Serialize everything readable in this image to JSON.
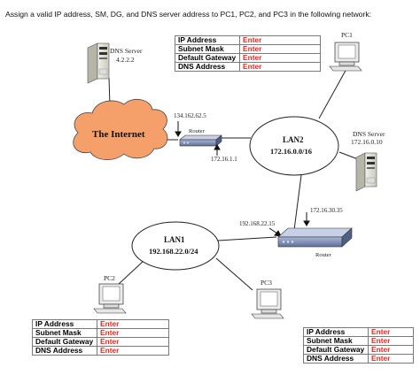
{
  "question": "Assign a valid IP address, SM, DG, and DNS server address to PC1, PC2, and PC3 in the following network:",
  "diagram": {
    "internet_label": "The Internet",
    "dns_server_1": {
      "title": "DNS Server",
      "ip": "4.2.2.2"
    },
    "dns_server_2": {
      "title": "DNS Server",
      "ip": "172.16.0.10"
    },
    "router_1": {
      "label": "Router",
      "wan_ip": "134.162.62.5",
      "lan_ip": "172.16.1.1"
    },
    "router_2": {
      "label": "Router",
      "lan2_ip": "172.16.30.35",
      "lan1_ip": "192.168.22.15"
    },
    "lan2": {
      "name": "LAN2",
      "network": "172.16.0.0/16"
    },
    "lan1": {
      "name": "LAN1",
      "network": "192.168.22.0/24"
    },
    "pc1_label": "PC1",
    "pc2_label": "PC2",
    "pc3_label": "PC3"
  },
  "tables": {
    "pc1": [
      {
        "label": "IP Address",
        "value": "Enter"
      },
      {
        "label": "Subnet Mask",
        "value": "Enter"
      },
      {
        "label": "Default Gateway",
        "value": "Enter"
      },
      {
        "label": "DNS Address",
        "value": "Enter"
      }
    ],
    "pc2": [
      {
        "label": "IP Address",
        "value": "Enter"
      },
      {
        "label": "Subnet Mask",
        "value": "Enter"
      },
      {
        "label": "Default Gateway",
        "value": "Enter"
      },
      {
        "label": "DNS Address",
        "value": "Enter"
      }
    ],
    "pc3": [
      {
        "label": "IP Address",
        "value": "Enter"
      },
      {
        "label": "Subnet Mask",
        "value": "Enter"
      },
      {
        "label": "Default Gateway",
        "value": "Enter"
      },
      {
        "label": "DNS Address",
        "value": "Enter"
      }
    ]
  },
  "colors": {
    "cloud_fill": "#f5a06a",
    "value_red": "#e8281e",
    "router_blue": "#6b7ea9",
    "line": "#222222"
  }
}
